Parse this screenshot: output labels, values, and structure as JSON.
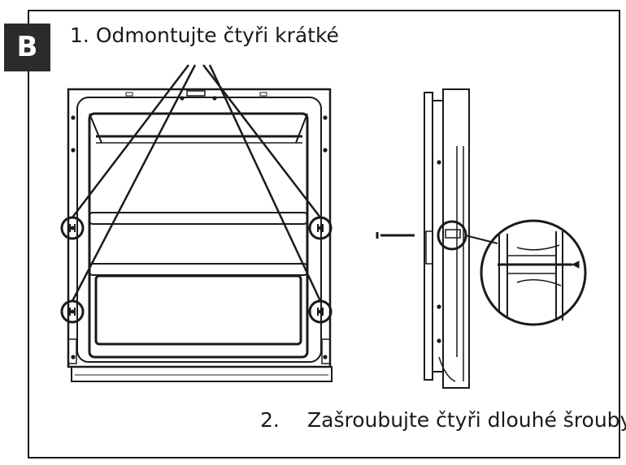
{
  "badge": {
    "label": "B"
  },
  "steps": [
    {
      "number": "1.",
      "text": "Odmontujte čtyři krátké"
    },
    {
      "number": "2.",
      "text": "Zašroubujte čtyři dlouhé šrouby"
    }
  ],
  "colors": {
    "ink": "#1a1a1a",
    "badge_bg": "#2b2b2b",
    "badge_text": "#ffffff",
    "background": "#ffffff"
  },
  "icons": [
    "screw-icon",
    "callout-magnifier"
  ]
}
